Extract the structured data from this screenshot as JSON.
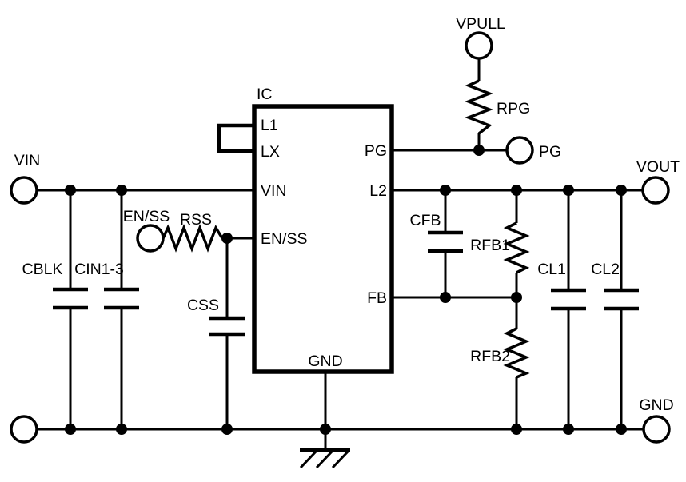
{
  "ic": {
    "label": "IC",
    "pins": {
      "l1": "L1",
      "lx": "LX",
      "vin": "VIN",
      "enss": "EN/SS",
      "pg": "PG",
      "l2": "L2",
      "fb": "FB",
      "gnd": "GND"
    }
  },
  "terminals": {
    "vin": "VIN",
    "enss": "EN/SS",
    "vpull": "VPULL",
    "pg": "PG",
    "vout": "VOUT",
    "gnd": "GND"
  },
  "components": {
    "cblk": "CBLK",
    "cin13": "CIN1-3",
    "rss": "RSS",
    "css": "CSS",
    "rpg": "RPG",
    "cfb": "CFB",
    "rfb1": "RFB1",
    "rfb2": "RFB2",
    "cl1": "CL1",
    "cl2": "CL2"
  },
  "colors": {
    "ink": "#000000",
    "background": "#ffffff"
  }
}
